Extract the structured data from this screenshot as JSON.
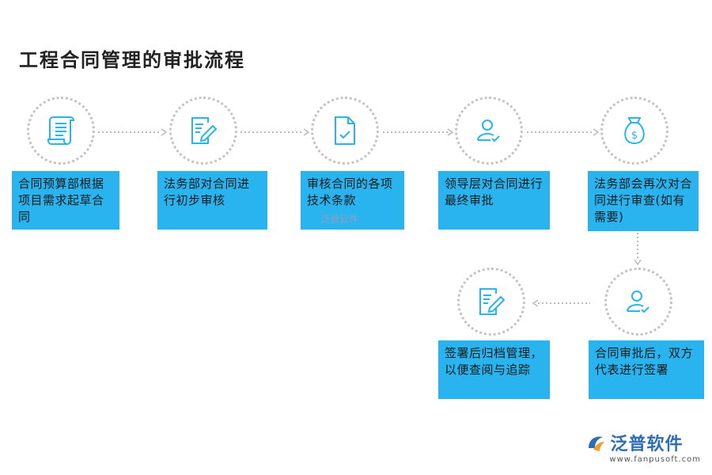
{
  "title": "工程合同管理的审批流程",
  "steps": [
    {
      "icon": "scroll-document-icon",
      "text": "合同预算部根据项目需求起草合同"
    },
    {
      "icon": "edit-document-icon",
      "text": "法务部对合同进行初步审核"
    },
    {
      "icon": "check-document-icon",
      "text": "审核合同的各项技术条款"
    },
    {
      "icon": "user-check-icon",
      "text": "领导层对合同进行最终审批"
    },
    {
      "icon": "money-bag-icon",
      "text": "法务部会再次对合同进行审查(如有需要)"
    },
    {
      "icon": "user-check-icon",
      "text": "合同审批后，双方代表进行签署"
    },
    {
      "icon": "edit-document-icon",
      "text": "签署后归档管理，以便查阅与追踪"
    }
  ],
  "watermark": "泛普软件",
  "logo": {
    "name": "泛普软件",
    "url": "www.fanpusoft.com"
  },
  "colors": {
    "box": "#29b3ef",
    "icon": "#29b3ef",
    "circle": "#c4c4c4"
  }
}
